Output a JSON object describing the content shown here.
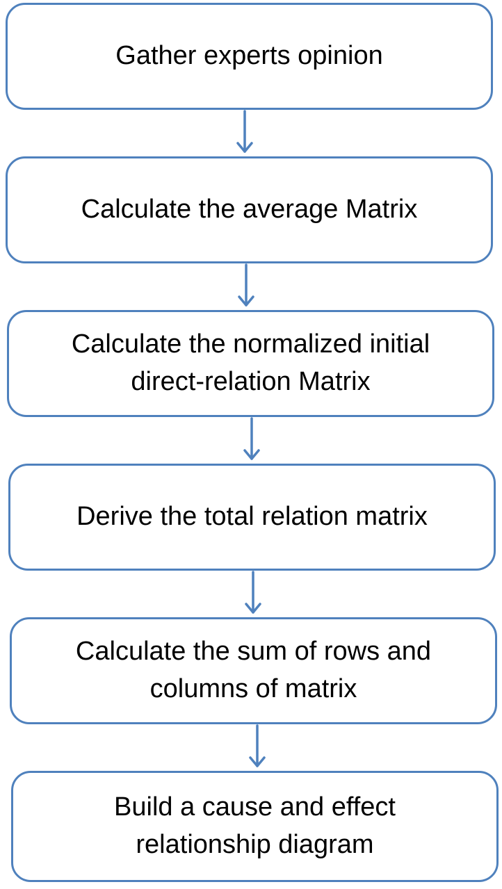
{
  "diagram": {
    "steps": [
      {
        "label": "Gather experts opinion"
      },
      {
        "label": "Calculate the average Matrix"
      },
      {
        "label": "Calculate the normalized initial\ndirect-relation  Matrix"
      },
      {
        "label": "Derive the total relation matrix"
      },
      {
        "label": "Calculate the sum of rows and\ncolumns of matrix"
      },
      {
        "label": "Build a cause and effect\nrelationship diagram"
      }
    ],
    "colors": {
      "box_border": "#4f81bd",
      "arrow": "#4f81bd",
      "text": "#000000",
      "background": "#ffffff"
    }
  }
}
